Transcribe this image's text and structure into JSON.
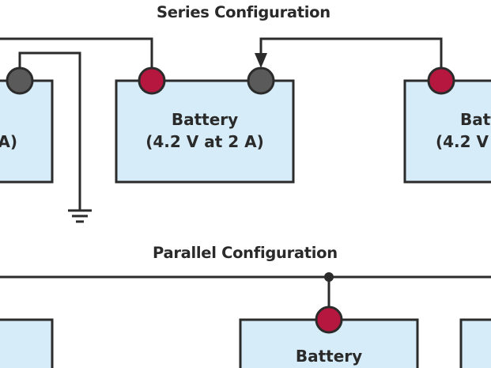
{
  "series": {
    "title": "Series Configuration",
    "left_battery": {
      "line1": "",
      "line2": "A)"
    },
    "center_battery": {
      "line1": "Battery",
      "line2": "(4.2 V at 2 A)"
    },
    "right_battery": {
      "line1": "Batt",
      "line2": "(4.2 V"
    }
  },
  "parallel": {
    "title": "Parallel Configuration",
    "center_battery": {
      "line1": "Battery"
    }
  },
  "colors": {
    "battery_fill": "#d6ecf8",
    "stroke": "#2b2b2b",
    "positive_terminal": "#b5173e",
    "negative_terminal": "#5a5a5a"
  },
  "icons": {
    "ground": "ground-icon",
    "arrow": "arrow-down-icon",
    "junction": "junction-dot"
  }
}
